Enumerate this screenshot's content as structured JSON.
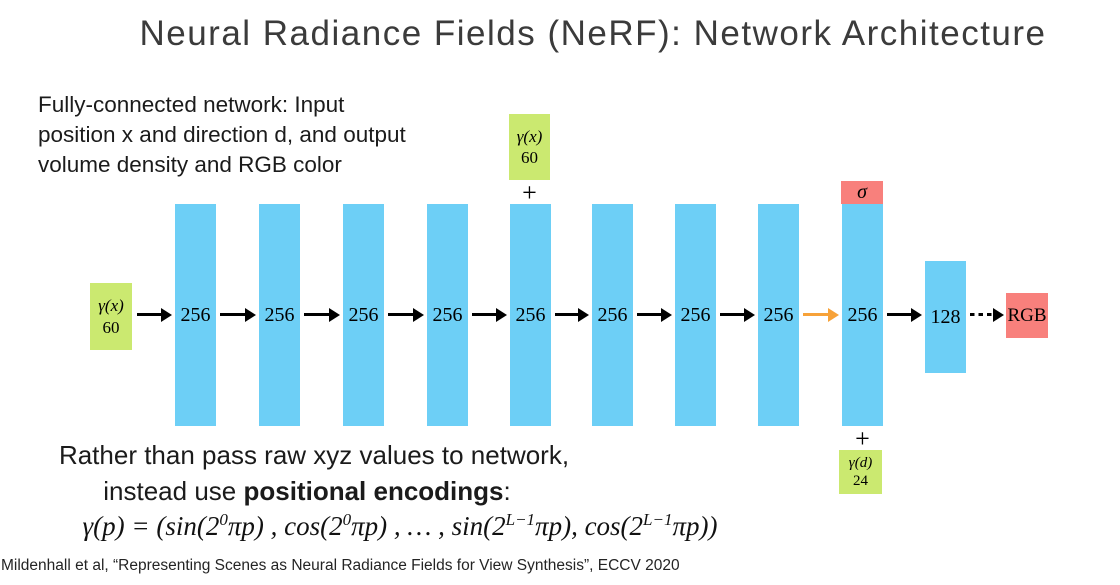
{
  "title": "Neural Radiance Fields (NeRF): Network Architecture",
  "description": {
    "line1": "Fully-connected network: Input",
    "line2": "position x and direction d, and output",
    "line3": "volume density and RGB color"
  },
  "diagram": {
    "layers": [
      "256",
      "256",
      "256",
      "256",
      "256",
      "256",
      "256",
      "256",
      "256",
      "128"
    ],
    "input_encoding": {
      "label": "γ(x)",
      "dim": "60"
    },
    "skip_encoding": {
      "label": "γ(x)",
      "dim": "60",
      "plus": "+"
    },
    "direction_encoding": {
      "label": "γ(d)",
      "dim": "24",
      "plus": "+"
    },
    "sigma_label": "σ",
    "rgb_label": "RGB",
    "colors": {
      "layer_blue": "#6DCFF6",
      "encoding_green": "#CBE970",
      "output_salmon": "#F8807C",
      "skip_arrow_orange": "#F7A239",
      "arrow_black": "#000000"
    }
  },
  "caption": {
    "line1": "Rather than pass raw xyz values to network,",
    "line2_prefix": "instead use ",
    "line2_bold": "positional encodings",
    "line2_suffix": ":",
    "formula_segments": [
      {
        "t": "txt",
        "v": "γ(p) = (sin(2"
      },
      {
        "t": "sup",
        "v": "0"
      },
      {
        "t": "txt",
        "v": "πp) , cos(2"
      },
      {
        "t": "sup",
        "v": "0"
      },
      {
        "t": "txt",
        "v": "πp) , … , sin(2"
      },
      {
        "t": "sup",
        "v": "L−1"
      },
      {
        "t": "txt",
        "v": "πp), cos(2"
      },
      {
        "t": "sup",
        "v": "L−1"
      },
      {
        "t": "txt",
        "v": "πp))"
      }
    ]
  },
  "citation": "Mildenhall et al, “Representing Scenes as Neural Radiance Fields for View Synthesis”, ECCV 2020"
}
